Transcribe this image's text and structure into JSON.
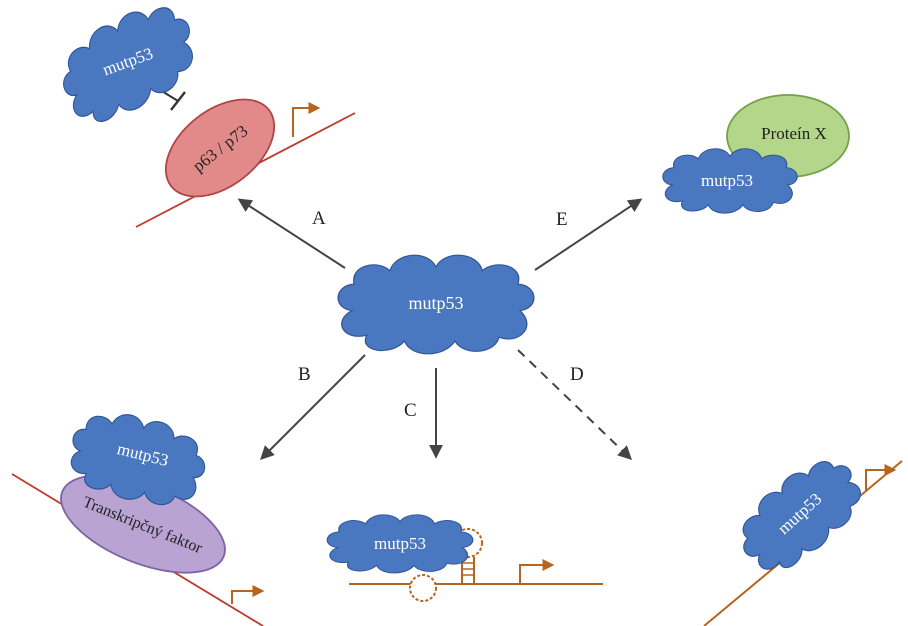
{
  "labels": {
    "center": "mutp53",
    "a_mutp53": "mutp53",
    "a_partner": "p63 / p73",
    "b_mutp53": "mutp53",
    "b_partner": "Transkripčný faktor",
    "c_mutp53": "mutp53",
    "d_mutp53": "mutp53",
    "e_mutp53": "mutp53",
    "e_partner": "Proteín X"
  },
  "arrows": {
    "a": "A",
    "b": "B",
    "c": "C",
    "d": "D",
    "e": "E"
  },
  "colors": {
    "cloud_fill": "#4a78c0",
    "cloud_stroke": "#2f5597",
    "p63_fill": "#e28a8a",
    "p63_stroke": "#b04545",
    "tf_fill": "#b9a3d2",
    "tf_stroke": "#7d62a3",
    "proteinx_fill": "#b3d68a",
    "proteinx_stroke": "#76a04a",
    "red_line": "#c0392b",
    "dna_line": "#b5651d",
    "arrow": "#444444"
  },
  "icons": [
    "inhibition-bar-icon",
    "transcription-start-arrow-icon",
    "hairpin-loop-icon"
  ]
}
